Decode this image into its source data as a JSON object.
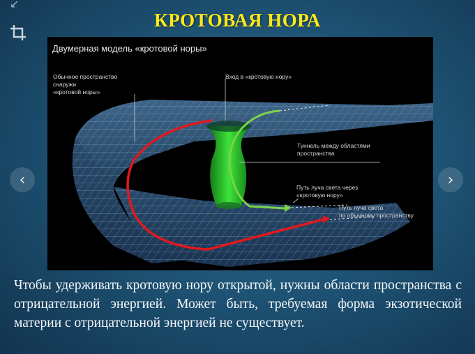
{
  "slide": {
    "title": "КРОТОВАЯ НОРА",
    "caption": "Чтобы удерживать кротовую нору открытой, нужны области пространства с отрицательной энергией. Может быть, требуемая форма экзотической материи с отрицательной энергией не существует."
  },
  "figure": {
    "title": "Двумерная модель «кротовой норы»",
    "labels": {
      "outer_space": "Обычное пространство\nснаружи\n«кротовой норы»",
      "entrance": "Вход в «кротовую нору»",
      "tunnel": "Туннель между областями\nпространства",
      "light_through": "Путь луча света через\n«кротовую нору»",
      "light_normal": "Путь луча света\nпо обычному пространству"
    }
  },
  "controls": {
    "prev_arrow": "‹",
    "next_arrow": "›",
    "expand_glyph": "↙"
  },
  "colors": {
    "title": "#ffe818",
    "mesh": "#6e96bf",
    "tunnel": "#2fd12f",
    "red_path": "#e0191e",
    "green_path": "#7bd24b"
  }
}
